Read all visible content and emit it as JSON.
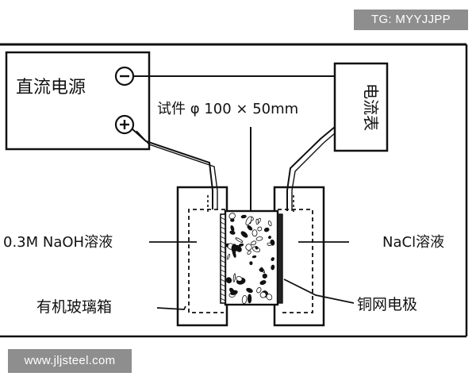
{
  "watermarks": {
    "top": "TG: MYYJJPP",
    "bottom": "www.jljsteel.com"
  },
  "labels": {
    "power_supply": "直流电源",
    "negative_terminal": "−",
    "positive_terminal": "+",
    "ammeter": "电流表",
    "specimen": "试件 φ 100 × 50mm",
    "naoh_solution": "0.3M NaOH溶液",
    "nacl_solution": "NaCl溶液",
    "plexiglass_box": "有机玻璃箱",
    "copper_mesh_electrode": "铜网电极"
  },
  "colors": {
    "line": "#111111",
    "watermark_bg": "#8e8e8e",
    "watermark_text": "#ffffff",
    "background": "#ffffff"
  }
}
